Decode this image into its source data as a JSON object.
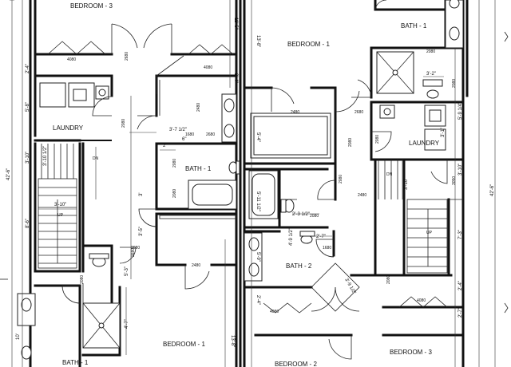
{
  "rooms": {
    "bedroom3_top": "BEDROOM - 3",
    "bedroom1_top": "BEDROOM - 1",
    "bath1_top": "BATH - 1",
    "laundry_left": "LAUNDRY",
    "bath1_mid": "BATH - 1",
    "laundry_right": "LAUNDRY",
    "bath2": "BATH - 2",
    "bedroom1_bottom": "BEDROOM - 1",
    "bath1_bottom": "BATH - 1",
    "bedroom2": "BEDROOM - 2",
    "bedroom3_bottom": "BEDROOM - 3"
  },
  "door_codes": {
    "d4080a": "4080",
    "d2680a": "2680",
    "d4080b": "4080",
    "d2480a": "2480",
    "d2080a": "2080",
    "d1680a": "1680",
    "d2680b": "2680",
    "d2080b": "2080",
    "d2080c": "2080",
    "d2680c": "2680",
    "d2480b": "2480",
    "d2080d": "2080",
    "d2480c": "2480",
    "d2680d": "2680",
    "d2080e": "2080",
    "d2080f": "2080",
    "d2480d": "2480",
    "d2080g": "2080",
    "d2080h": "2080",
    "d2080i": "2080",
    "d1680b": "1680",
    "d4080c": "4080",
    "d4080d": "4080",
    "d3050": "3050",
    "d2080j": "2080",
    "d2680e": "2680",
    "d2080k": "2080"
  },
  "dimensions": {
    "d_2_4a": "2'-4\"",
    "d_5_8": "5'-8\"",
    "d_3_10a": "3'-10\"",
    "d_8_6": "8'-6\"",
    "d_3_10_1_2": "3'-10 1/2\"",
    "d_3_10b": "3'-10\"",
    "d_3_7_1_2": "3'-7 1/2\"",
    "d_2a": "2'",
    "d_6": "6\"",
    "d_3": "3'",
    "d_3_5": "3'-5\"",
    "d_5_3": "5'-3\"",
    "d_4_7": "4'-7\"",
    "d_11_5": "11'-5\"",
    "d_13_8a": "13'-8\"",
    "d_13_8b": "13'-8\"",
    "d_2_4b": "2'-4\"",
    "d_5_4": "5'-4\"",
    "d_5_11_1_2": "5'-11 1/2\"",
    "d_2_3_1_2": "2'-3 1/2\"",
    "d_2_7": "2'-7\"",
    "d_4_9_1_2": "4'-9 1/2\"",
    "d_5_9": "5'-9\"",
    "d_3_9_1_2": "3'-9 1/2\"",
    "d_2_4c": "2'-4\"",
    "d_3_2": "3'-2\"",
    "d_3_1": "3'-1\"",
    "d_5_9_1_4": "5'-9 1/4\"",
    "d_3_10c": "3'-10\"",
    "d_7_3": "7'-3\"",
    "d_2_4d": "2'-4\"",
    "d_2_7b": "2'-7\"",
    "d_42_6a": "42'-6\"",
    "d_42_6b": "42'-6\"",
    "d_10": "10'",
    "d_3_10d": "3'-10\""
  },
  "stairs": {
    "dn_left": "DN",
    "up_left": "UP",
    "dn_right": "DN",
    "up_right": "UP"
  }
}
